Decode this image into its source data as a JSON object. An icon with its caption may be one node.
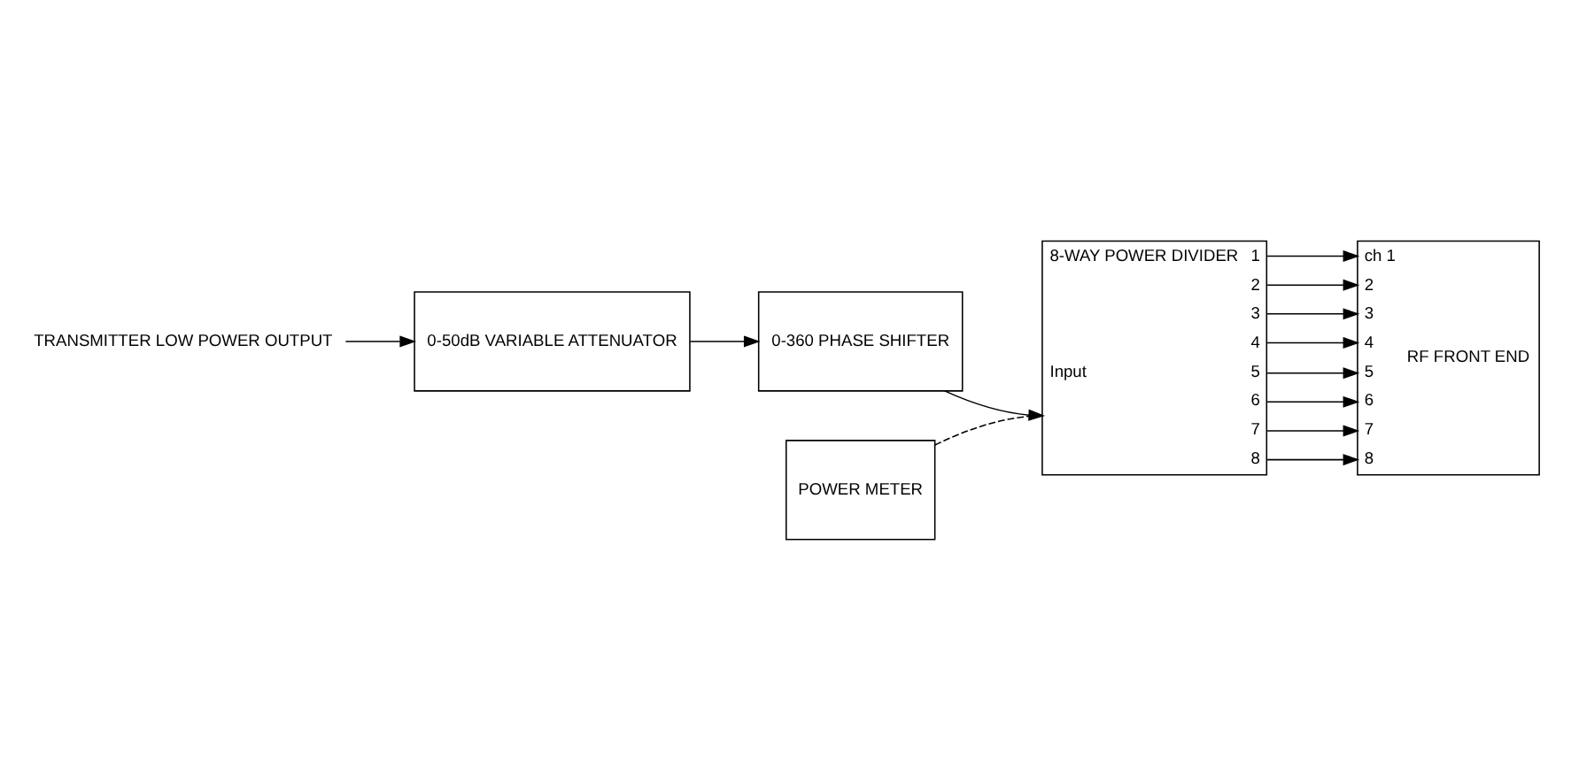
{
  "diagram": {
    "nodes": [
      {
        "text": [
          "TRANSMITTER LOW POWER OUTPUT"
        ]
      },
      {
        "text": [
          "0-50dB VARIABLE ATTENUATOR"
        ]
      },
      {
        "text": [
          "0-360 PHASE SHIFTER"
        ]
      },
      {
        "text": [
          "POWER METER"
        ]
      },
      {
        "text": [
          "8-WAY POWER DIVIDER",
          "Input",
          "1",
          "2",
          "3",
          "4",
          "5",
          "6",
          "7",
          "8"
        ]
      },
      {
        "text": [
          "ch 1",
          "2",
          "3",
          "4",
          "5",
          "6",
          "7",
          "8",
          "RF FRONT END"
        ]
      }
    ],
    "edges": [
      {
        "from": 0,
        "to": 1,
        "arrow": "to"
      },
      {
        "from": 1,
        "to": 2,
        "arrow": "to"
      },
      {
        "from": 2,
        "to": 4,
        "arrow": "to"
      },
      {
        "from": 3,
        "to": 4,
        "arrow": "none",
        "style": "dashed"
      },
      {
        "from": 4,
        "to": 5,
        "arrow": "to"
      },
      {
        "from": 4,
        "to": 5,
        "arrow": "to"
      },
      {
        "from": 4,
        "to": 5,
        "arrow": "to"
      },
      {
        "from": 4,
        "to": 5,
        "arrow": "to"
      },
      {
        "from": 4,
        "to": 5,
        "arrow": "to"
      },
      {
        "from": 4,
        "to": 5,
        "arrow": "to"
      },
      {
        "from": 4,
        "to": 5,
        "arrow": "to"
      },
      {
        "from": 4,
        "to": 5,
        "arrow": "to"
      }
    ]
  }
}
